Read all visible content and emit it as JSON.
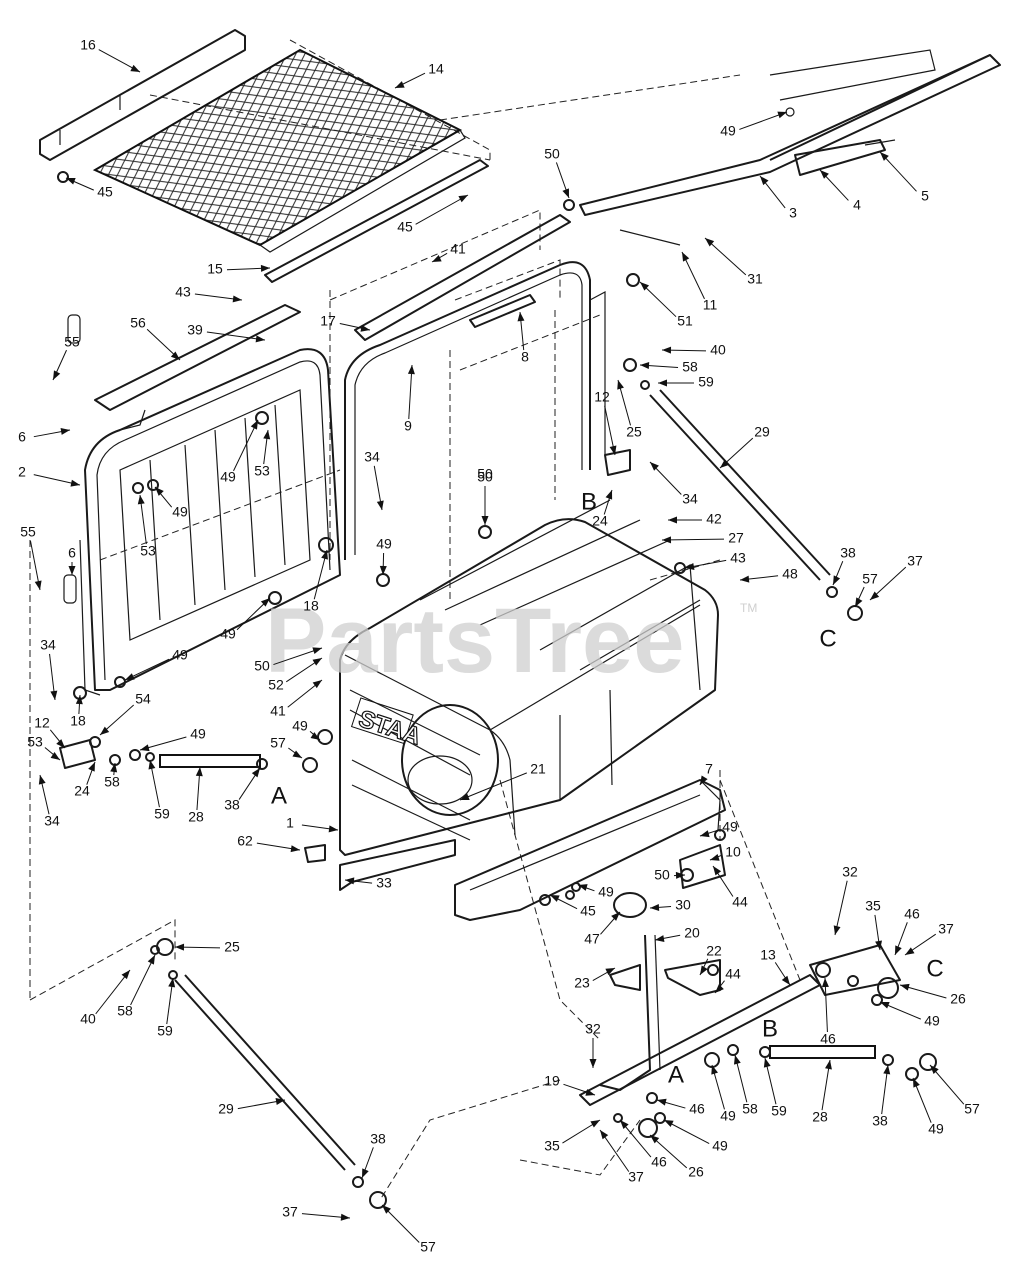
{
  "watermark": {
    "text": "PartsTree",
    "tm": "TM"
  },
  "tank_logo": "STAA",
  "callouts": [
    "1",
    "2",
    "3",
    "4",
    "5",
    "6",
    "7",
    "8",
    "9",
    "10",
    "11",
    "12",
    "13",
    "14",
    "15",
    "16",
    "17",
    "18",
    "19",
    "20",
    "21",
    "22",
    "23",
    "24",
    "25",
    "26",
    "27",
    "28",
    "29",
    "30",
    "31",
    "32",
    "33",
    "34",
    "35",
    "37",
    "38",
    "39",
    "40",
    "41",
    "42",
    "43",
    "44",
    "45",
    "46",
    "47",
    "48",
    "49",
    "50",
    "51",
    "52",
    "53",
    "54",
    "55",
    "56",
    "57",
    "58",
    "59",
    "62"
  ],
  "ref_letters": [
    "A",
    "B",
    "C"
  ],
  "colors": {
    "line": "#1a1a1a",
    "watermark": "#cfcfcf",
    "background": "#ffffff"
  }
}
